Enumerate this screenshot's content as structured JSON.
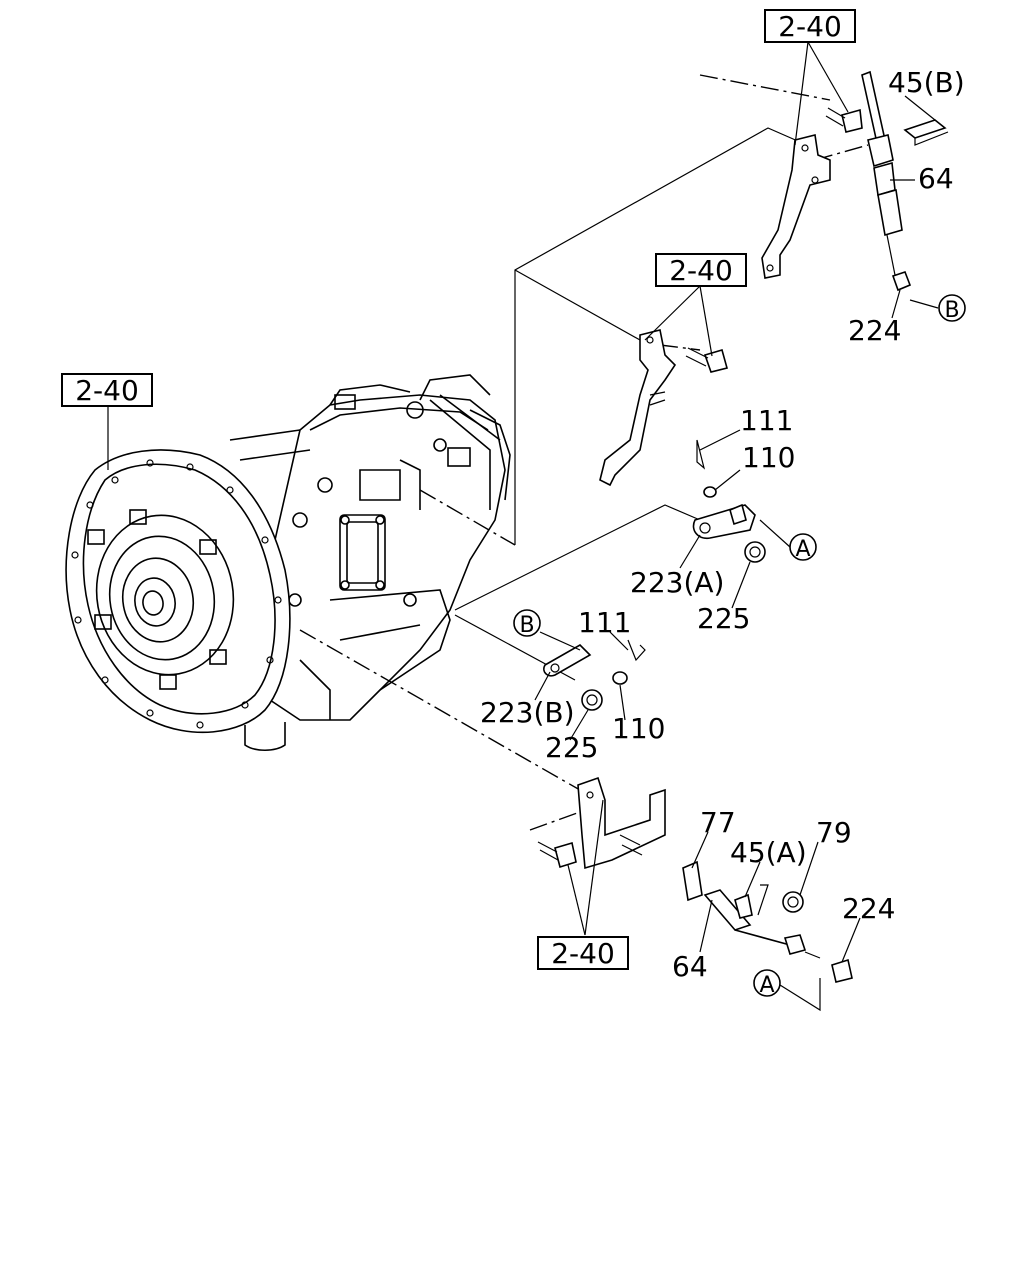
{
  "diagram": {
    "refs": {
      "ref_top": "2-40",
      "ref_mid": "2-40",
      "ref_left": "2-40",
      "ref_bottom": "2-40"
    },
    "labels": {
      "p45b": "45(B)",
      "p64_top": "64",
      "p224_top": "224",
      "circle_b_top": "B",
      "p111_a": "111",
      "p110_a": "110",
      "circle_a_mid": "A",
      "p223a": "223(A)",
      "p225_a": "225",
      "circle_b_mid": "B",
      "p111_b": "111",
      "p223b": "223(B)",
      "p225_b": "225",
      "p110_b": "110",
      "p77": "77",
      "p79": "79",
      "p45a": "45(A)",
      "p224_bot": "224",
      "p64_bot": "64",
      "circle_a_bot": "A"
    }
  }
}
